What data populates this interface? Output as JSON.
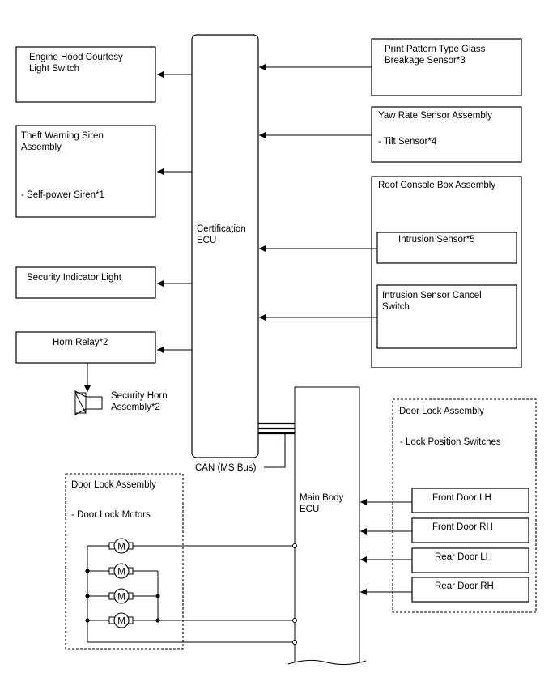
{
  "ecu": {
    "line1": "Certification",
    "line2": "ECU"
  },
  "main_body": {
    "line1": "Main Body",
    "line2": "ECU"
  },
  "can_label": "CAN (MS Bus)",
  "left_boxes": {
    "engine_hood": [
      "Engine Hood Courtesy",
      "Light Switch"
    ],
    "theft_siren": [
      "Theft Warning Siren",
      "Assembly"
    ],
    "theft_siren_sub": "- Self-power Siren*1",
    "security_indicator": "Security Indicator Light",
    "horn_relay": "Horn Relay*2",
    "security_horn": [
      "Security Horn",
      "Assembly*2"
    ]
  },
  "right_boxes": {
    "glass_sensor": [
      "Print Pattern Type Glass",
      "Breakage Sensor*3"
    ],
    "yaw_rate": "Yaw Rate Sensor Assembly",
    "yaw_rate_sub": "- Tilt Sensor*4",
    "roof_console": "Roof Console Box Assembly",
    "intrusion_sensor": "Intrusion Sensor*5",
    "intrusion_cancel": [
      "Intrusion Sensor Cancel",
      "Switch"
    ]
  },
  "door_lock_right": {
    "title": "Door Lock Assembly",
    "sub": "- Lock Position Switches",
    "switches": [
      "Front Door LH",
      "Front Door RH",
      "Rear Door LH",
      "Rear Door RH"
    ]
  },
  "door_lock_left": {
    "title": "Door Lock Assembly",
    "sub": "- Door Lock Motors",
    "motor_symbol": "M"
  }
}
